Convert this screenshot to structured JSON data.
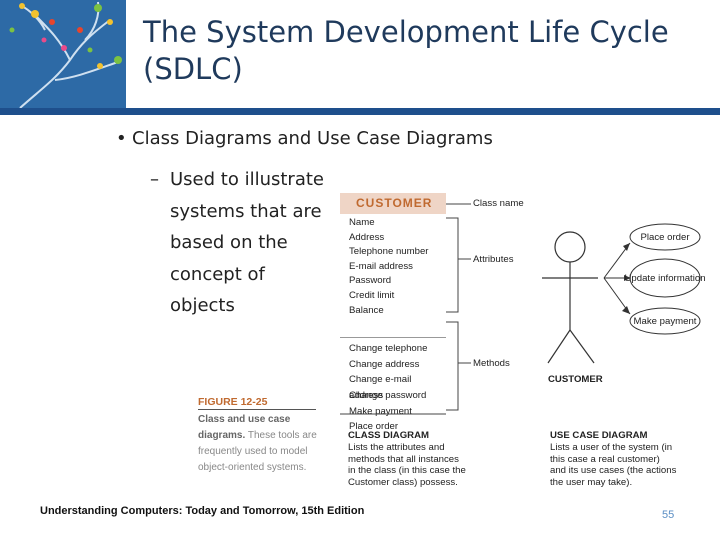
{
  "slide": {
    "title": "The System Development Life Cycle (SDLC)",
    "bullet_1": "Class Diagrams and Use Case Diagrams",
    "bullet_2": "Used to illustrate\nsystems that are\nbased on the\nconcept of\nobjects",
    "footer": "Understanding Computers: Today and Tomorrow, 15th Edition",
    "page_number": "55",
    "colors": {
      "title": "#1f3a5c",
      "rule": "#1e4f8c",
      "accent": "#c06a30",
      "page_number": "#5a8ec4"
    }
  },
  "class_diagram": {
    "class_name": "CUSTOMER",
    "class_name_label": "Class name",
    "attributes_label": "Attributes",
    "methods_label": "Methods",
    "attributes": [
      "Name",
      "Address",
      "Telephone number",
      "E-mail address",
      "Password",
      "Credit limit",
      "Balance"
    ],
    "methods": [
      "Change telephone",
      "Change address",
      "Change e-mail address",
      "Change password",
      "Make payment",
      "Place order"
    ],
    "caption_title": "CLASS DIAGRAM",
    "caption_body": "Lists the attributes and\nmethods that all instances\nin the class (in this case the\nCustomer class) possess."
  },
  "use_case_diagram": {
    "actor": "CUSTOMER",
    "use_cases": [
      "Place order",
      "Update information",
      "Make payment"
    ],
    "caption_title": "USE CASE DIAGRAM",
    "caption_body": "Lists a user of the system (in\nthis case a real customer)\nand its use cases (the actions\nthe user may take)."
  },
  "figure": {
    "number": "FIGURE 12-25",
    "lead": "Class and use case diagrams.",
    "text": "These tools are frequently used to model object-oriented systems."
  }
}
